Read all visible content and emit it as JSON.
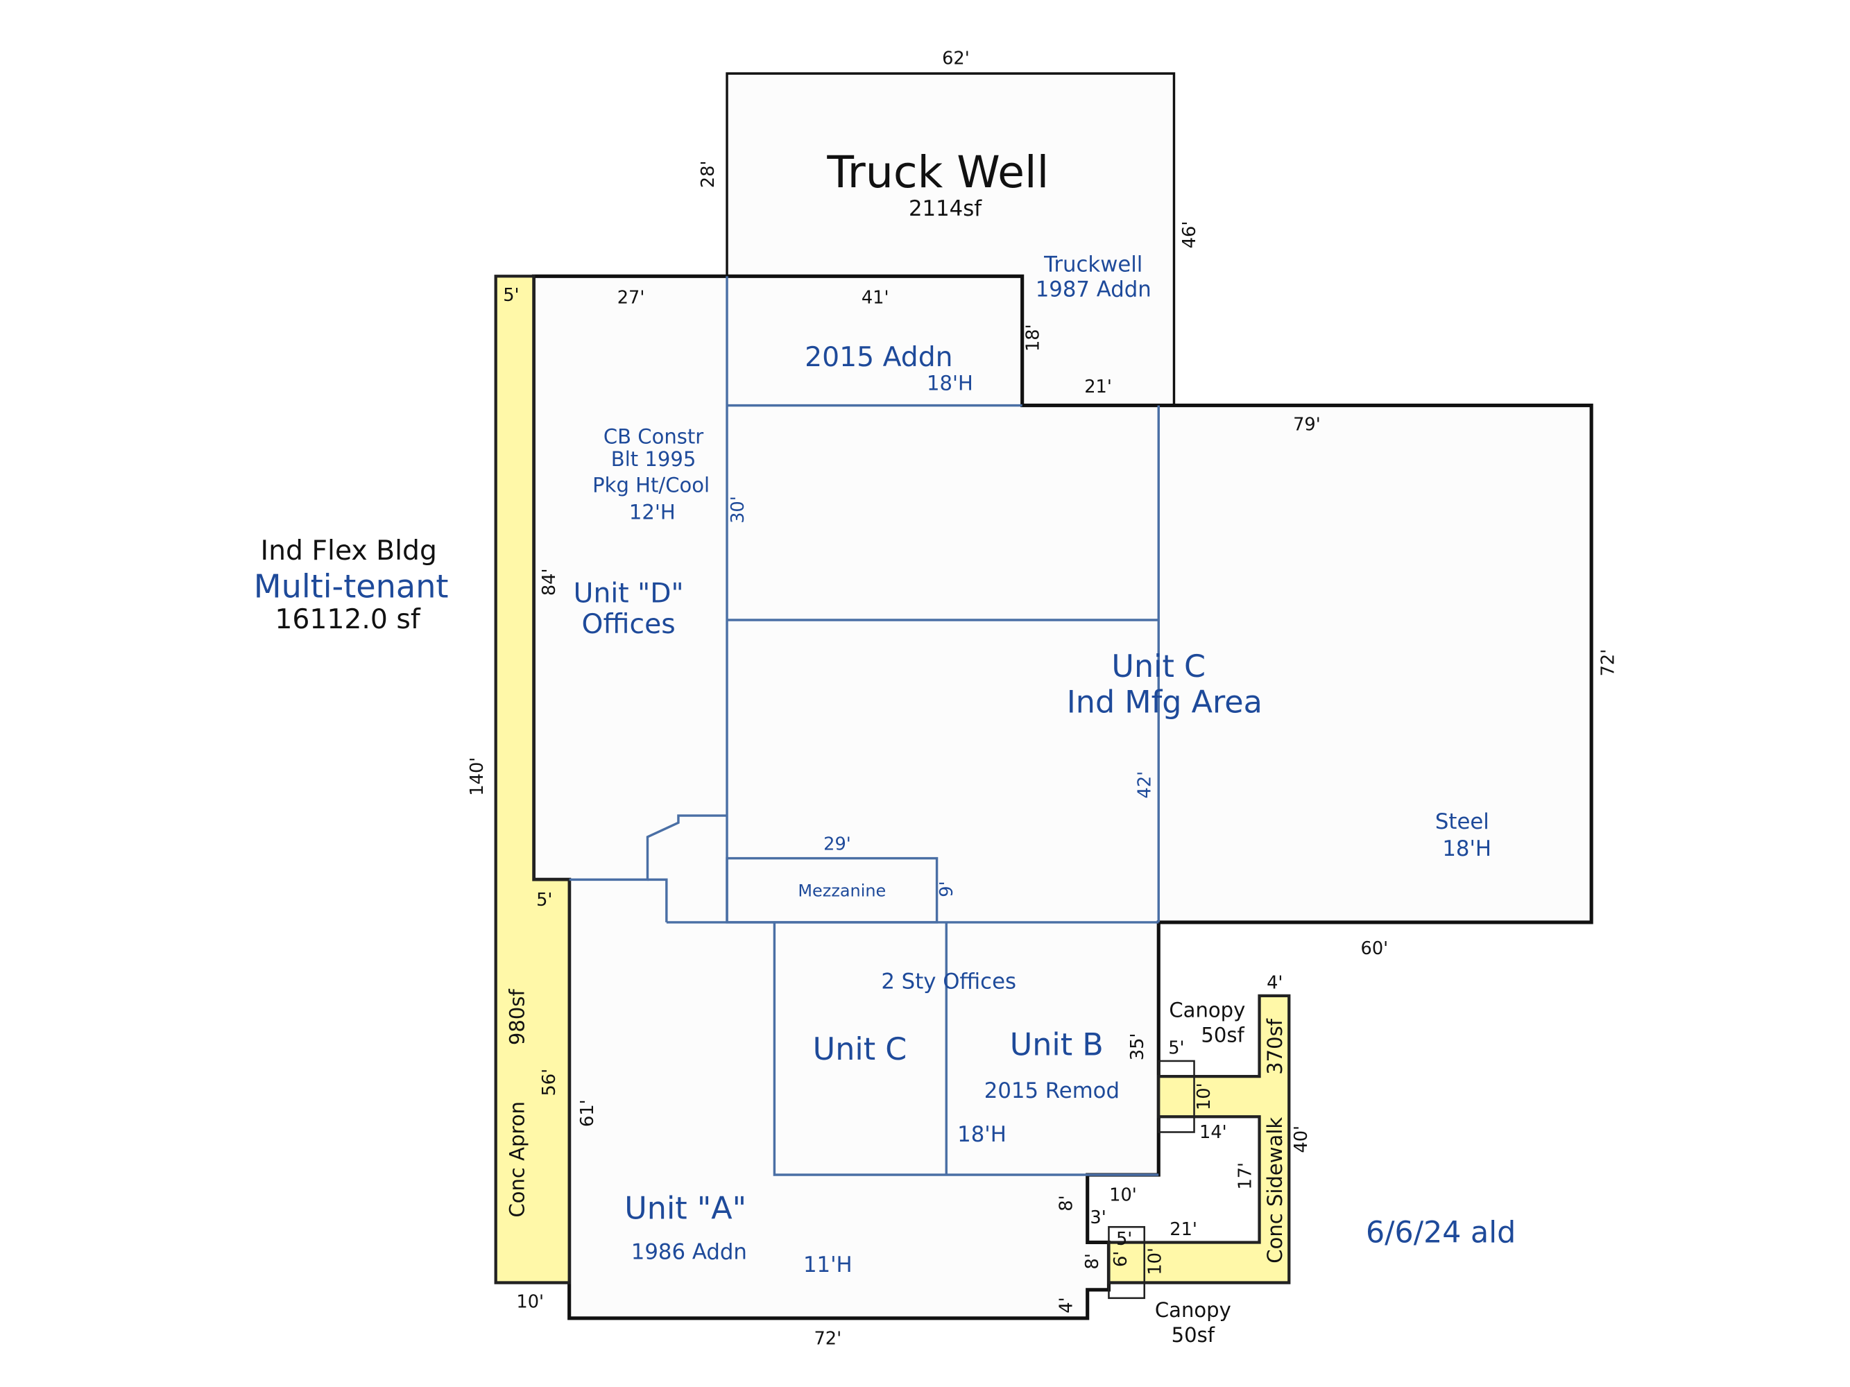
{
  "summary": {
    "line1": "Ind Flex Bldg",
    "line2": "Multi-tenant",
    "line3": "16112.0 sf"
  },
  "areas": {
    "truck_well": {
      "title": "Truck Well",
      "sf": "2114sf",
      "note1": "Truckwell",
      "note2": "1987 Addn"
    },
    "addn_2015": {
      "title": "2015 Addn",
      "height": "18'H"
    },
    "unit_d": {
      "note1": "CB Constr",
      "note2": "Blt 1995",
      "note3": "Pkg Ht/Cool",
      "note4": "12'H",
      "title1": "Unit \"D\"",
      "title2": "Offices"
    },
    "unit_c_mfg": {
      "title1": "Unit C",
      "title2": "Ind Mfg Area"
    },
    "steel": {
      "title": "Steel",
      "height": "18'H"
    },
    "mezzanine": {
      "title": "Mezzanine"
    },
    "offices": {
      "title": "2 Sty Offices"
    },
    "unit_c": {
      "title": "Unit C"
    },
    "unit_b": {
      "title": "Unit B",
      "note": "2015 Remod",
      "height": "18'H"
    },
    "unit_a": {
      "title": "Unit \"A\"",
      "note": "1986 Addn",
      "height": "11'H"
    },
    "apron": {
      "title": "Conc Apron",
      "sf": "980sf"
    },
    "sidewalk": {
      "title": "Conc Sidewalk",
      "sf": "370sf"
    },
    "canopy_top": {
      "title": "Canopy",
      "sf": "50sf"
    },
    "canopy_bottom": {
      "title": "Canopy",
      "sf": "50sf"
    }
  },
  "dimensions": {
    "d62": "62'",
    "d28": "28'",
    "d46": "46'",
    "d27": "27'",
    "d41": "41'",
    "d18": "18'",
    "d21a": "21'",
    "d79": "79'",
    "d30": "30'",
    "d84": "84'",
    "d72r": "72'",
    "d42": "42'",
    "d29": "29'",
    "d9": "9'",
    "d60": "60'",
    "d5a": "5'",
    "d5b": "5'",
    "d140": "140'",
    "d56": "56'",
    "d61": "61'",
    "d10a": "10'",
    "d72b": "72'",
    "d35": "35'",
    "d4a": "4'",
    "d5c": "5'",
    "d10b": "10'",
    "d14": "14'",
    "d40": "40'",
    "d17": "17'",
    "d10c": "10'",
    "d8a": "8'",
    "d3": "3'",
    "d21b": "21'",
    "d5d": "5'",
    "d6": "6'",
    "d8b": "8'",
    "d10d": "10'",
    "d4b": "4'"
  },
  "footer": {
    "date_note": "6/6/24 ald"
  }
}
